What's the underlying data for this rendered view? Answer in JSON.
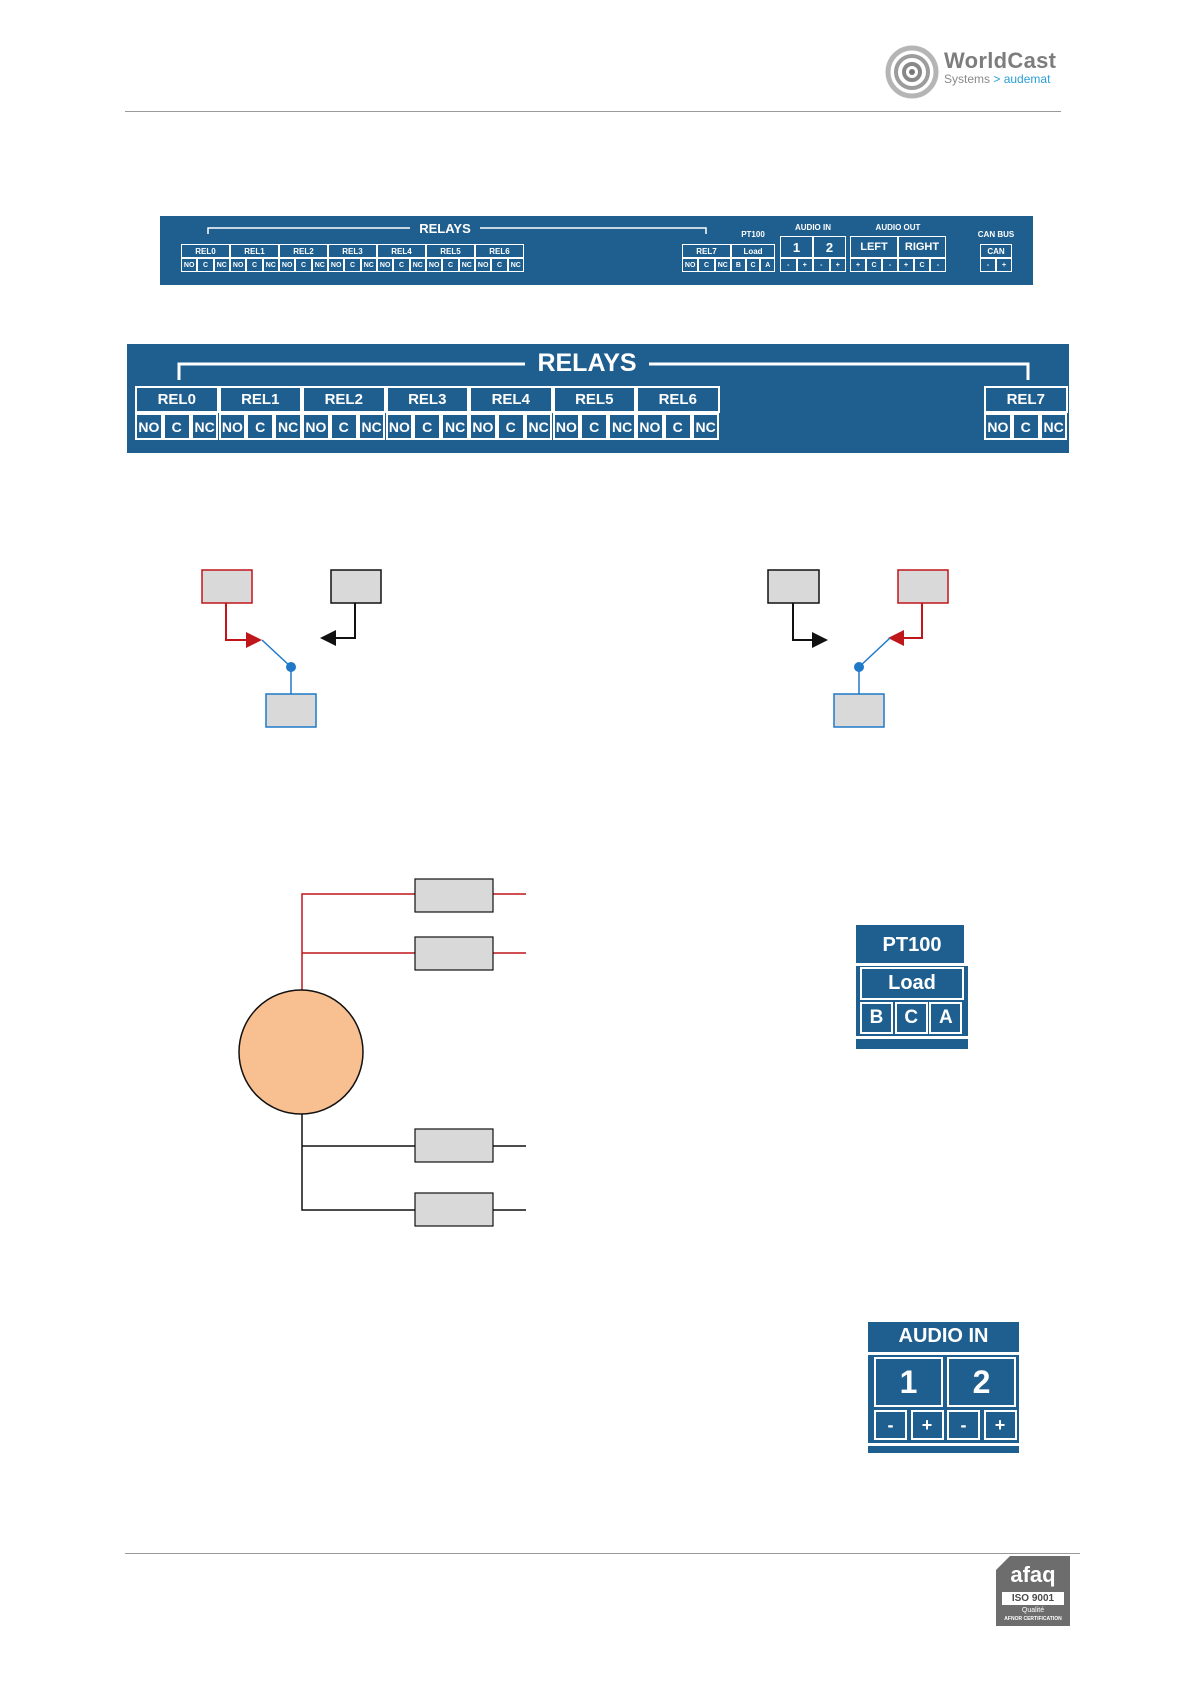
{
  "header": {
    "logo_brand": "WorldCast",
    "logo_sub_left": "Systems",
    "logo_sub_right": "audemat"
  },
  "small_panel": {
    "relays_title": "RELAYS",
    "relays": [
      {
        "name": "REL0"
      },
      {
        "name": "REL1"
      },
      {
        "name": "REL2"
      },
      {
        "name": "REL3"
      },
      {
        "name": "REL4"
      },
      {
        "name": "REL5"
      },
      {
        "name": "REL6"
      },
      {
        "name": "REL7"
      }
    ],
    "contacts": [
      "NO",
      "C",
      "NC"
    ],
    "pt100_title": "PT100",
    "pt100_load": "Load",
    "pt100_pins": [
      "B",
      "C",
      "A"
    ],
    "audio_in_title": "AUDIO IN",
    "audio_in_channels": [
      "1",
      "2"
    ],
    "audio_in_pins": [
      "-",
      "+",
      "-",
      "+"
    ],
    "audio_out_title": "AUDIO OUT",
    "audio_out_channels": [
      "LEFT",
      "RIGHT"
    ],
    "audio_out_pins": [
      "+",
      "C",
      "-",
      "+",
      "C",
      "-"
    ],
    "can_title": "CAN BUS",
    "can_label": "CAN",
    "can_pins": [
      "-",
      "+"
    ]
  },
  "relays_zoom": {
    "title": "RELAYS",
    "relays": [
      "REL0",
      "REL1",
      "REL2",
      "REL3",
      "REL4",
      "REL5",
      "REL6",
      "REL7"
    ],
    "contacts": [
      "NO",
      "C",
      "NC"
    ]
  },
  "pt100_zoom": {
    "title": "PT100",
    "load": "Load",
    "pins": [
      "B",
      "C",
      "A"
    ]
  },
  "audio_in_zoom": {
    "title": "AUDIO IN",
    "channels": [
      "1",
      "2"
    ],
    "pins": [
      "-",
      "+",
      "-",
      "+"
    ]
  },
  "footer": {
    "afaq_brand": "afaq",
    "afaq_iso": "ISO 9001",
    "afaq_quality": "Qualité",
    "afaq_cert": "AFNOR CERTIFICATION"
  },
  "colors": {
    "panel_blue": "#1f5f8f",
    "wire_red": "#c0151b",
    "wire_blue": "#1f78c8",
    "circle_fill": "#f8bf91"
  }
}
